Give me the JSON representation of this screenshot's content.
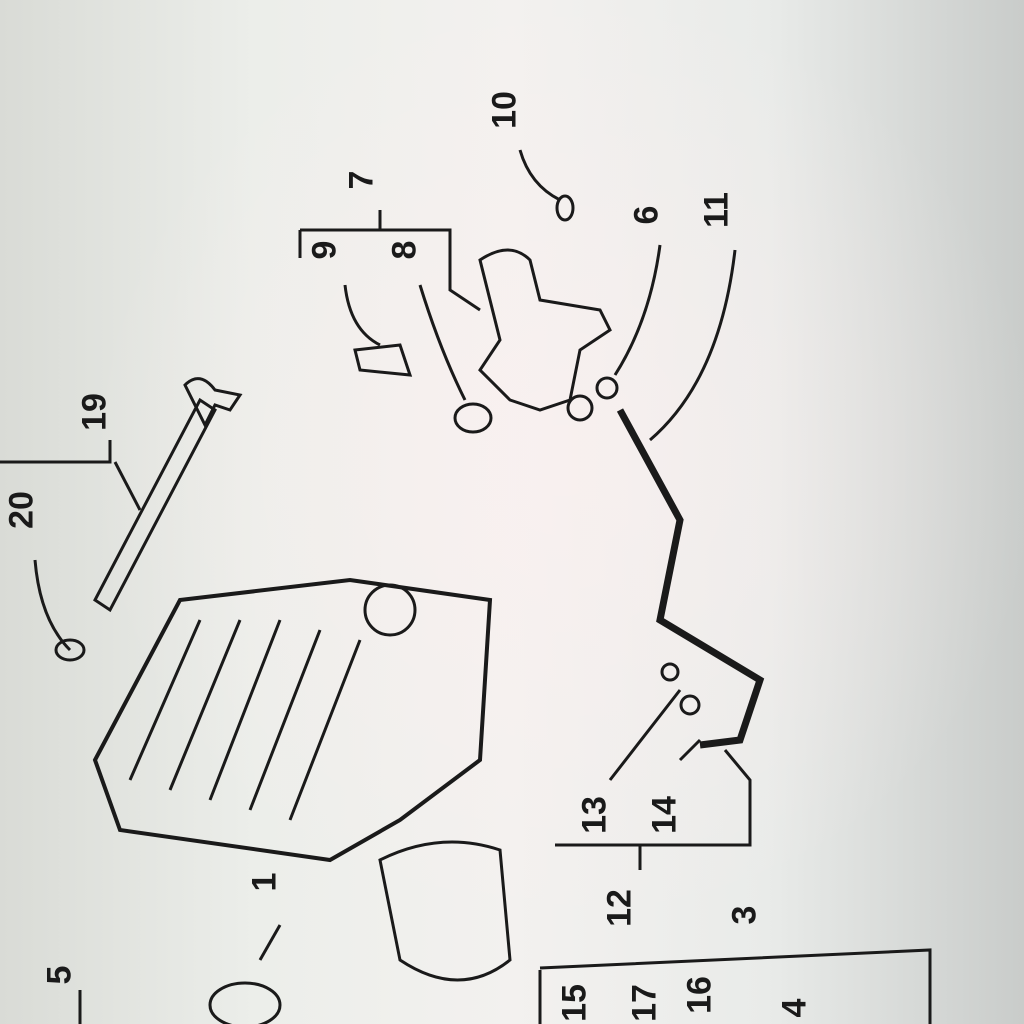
{
  "diagram": {
    "callouts": [
      "20",
      "19",
      "9",
      "8",
      "7",
      "10",
      "6",
      "11",
      "1",
      "5",
      "13",
      "14",
      "12",
      "3",
      "15",
      "17",
      "16",
      "4"
    ],
    "line_color": "#1a1a1a"
  }
}
